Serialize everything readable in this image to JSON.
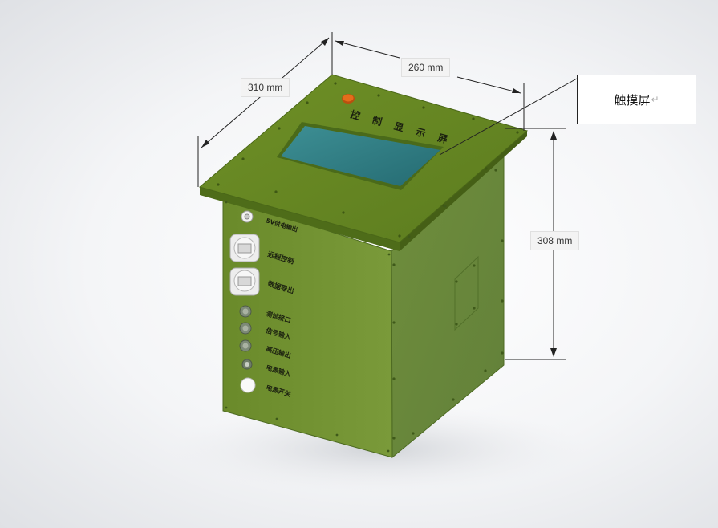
{
  "dimensions": {
    "depth": "310 mm",
    "width": "260 mm",
    "height": "308 mm"
  },
  "callout": {
    "text": "触摸屏",
    "return_mark": "↵"
  },
  "top_panel": {
    "label": "控 制 显 示 屏"
  },
  "front_panel": {
    "labels": [
      "5V供电输出",
      "远程控制",
      "数据导出",
      "测试接口",
      "信号输入",
      "高压输出",
      "电源输入",
      "电源开关"
    ]
  },
  "colors": {
    "enclosure_green": "#6b8a35",
    "top_plate": "#5f7f23",
    "screen": "#2f7f86",
    "button": "#e06a1a"
  }
}
